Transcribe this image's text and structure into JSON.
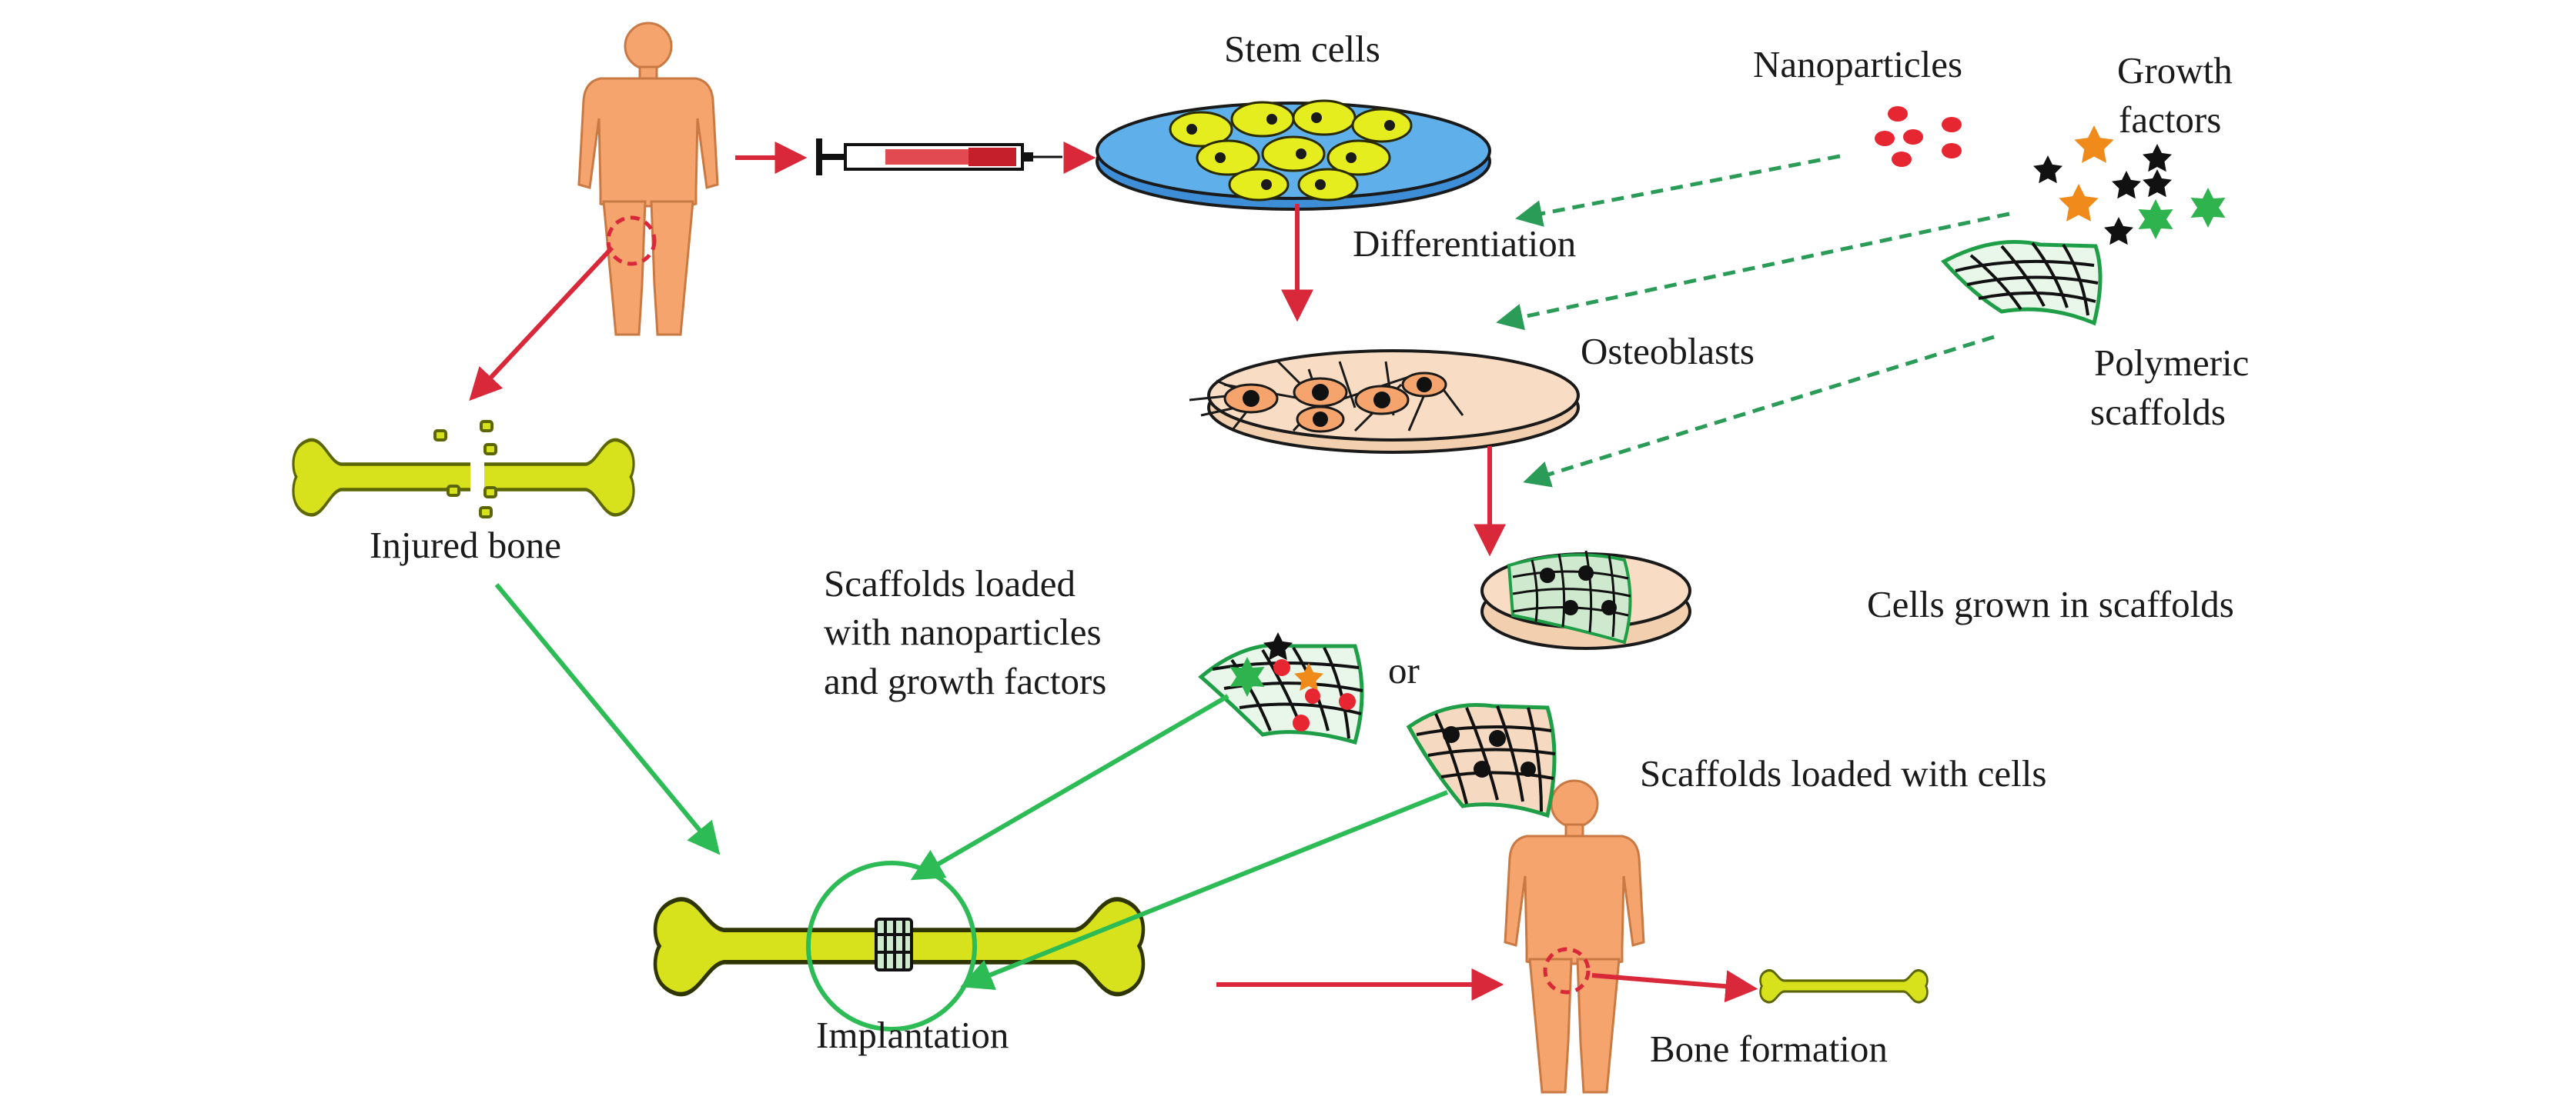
{
  "labels": {
    "stem_cells": "Stem cells",
    "nanoparticles": "Nanoparticles",
    "growth_factors_line1": "Growth",
    "growth_factors_line2": "factors",
    "differentiation": "Differentiation",
    "osteoblasts": "Osteoblasts",
    "polymeric_line1": "Polymeric",
    "polymeric_line2": "scaffolds",
    "injured_bone": "Injured bone",
    "cells_grown": "Cells grown in scaffolds",
    "loaded_line1": "Scaffolds loaded",
    "loaded_line2": "with nanoparticles",
    "loaded_line3": "and growth factors",
    "or": "or",
    "loaded_cells": "Scaffolds loaded with cells",
    "implantation": "Implantation",
    "bone_formation": "Bone formation"
  },
  "colors": {
    "skin": "#f4a46c",
    "skin_outline": "#c97a44",
    "bone": "#d7e21c",
    "bone_outline": "#5c6605",
    "red_arrow": "#d8283a",
    "green_arrow": "#2dbb55",
    "green_dashed": "#2a9c58",
    "dish_blue": "#3d8ed6",
    "dish_peach": "#f9dcc4",
    "cell_yellow": "#e6ed1f",
    "scaffold_green": "#1e9e46",
    "nanoparticle_red": "#e62630",
    "star_orange": "#f08a1a",
    "star_green": "#2fb34f",
    "star_black": "#111111"
  }
}
